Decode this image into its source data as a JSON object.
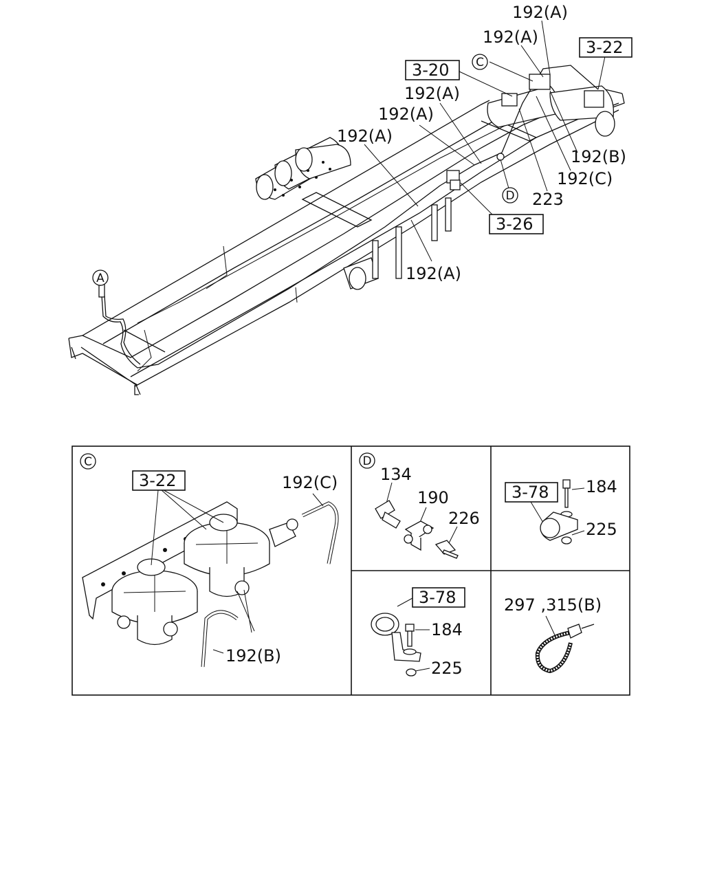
{
  "labels": {
    "l192a_1": "192(A)",
    "l192a_2": "192(A)",
    "l192a_3": "192(A)",
    "l192a_4": "192(A)",
    "l192a_5": "192(A)",
    "l192a_6": "192(A)",
    "l192b_top": "192(B)",
    "l192c_top": "192(C)",
    "l223": "223",
    "ref_3_22_top": "3-22",
    "ref_3_20": "3-20",
    "ref_3_26": "3-26",
    "callout_c_top": "C",
    "callout_d_top": "D",
    "callout_a": "A"
  },
  "detail_c": {
    "callout": "C",
    "ref": "3-22",
    "hose_c": "192(C)",
    "hose_b": "192(B)"
  },
  "detail_d": {
    "callout": "D",
    "p134": "134",
    "p190": "190",
    "p226": "226"
  },
  "detail_clip1": {
    "ref": "3-78",
    "bolt": "184",
    "nut": "225"
  },
  "detail_clip2": {
    "ref": "3-78",
    "bolt": "184",
    "nut": "225"
  },
  "detail_tie": {
    "label": "297 ,315(B)"
  }
}
